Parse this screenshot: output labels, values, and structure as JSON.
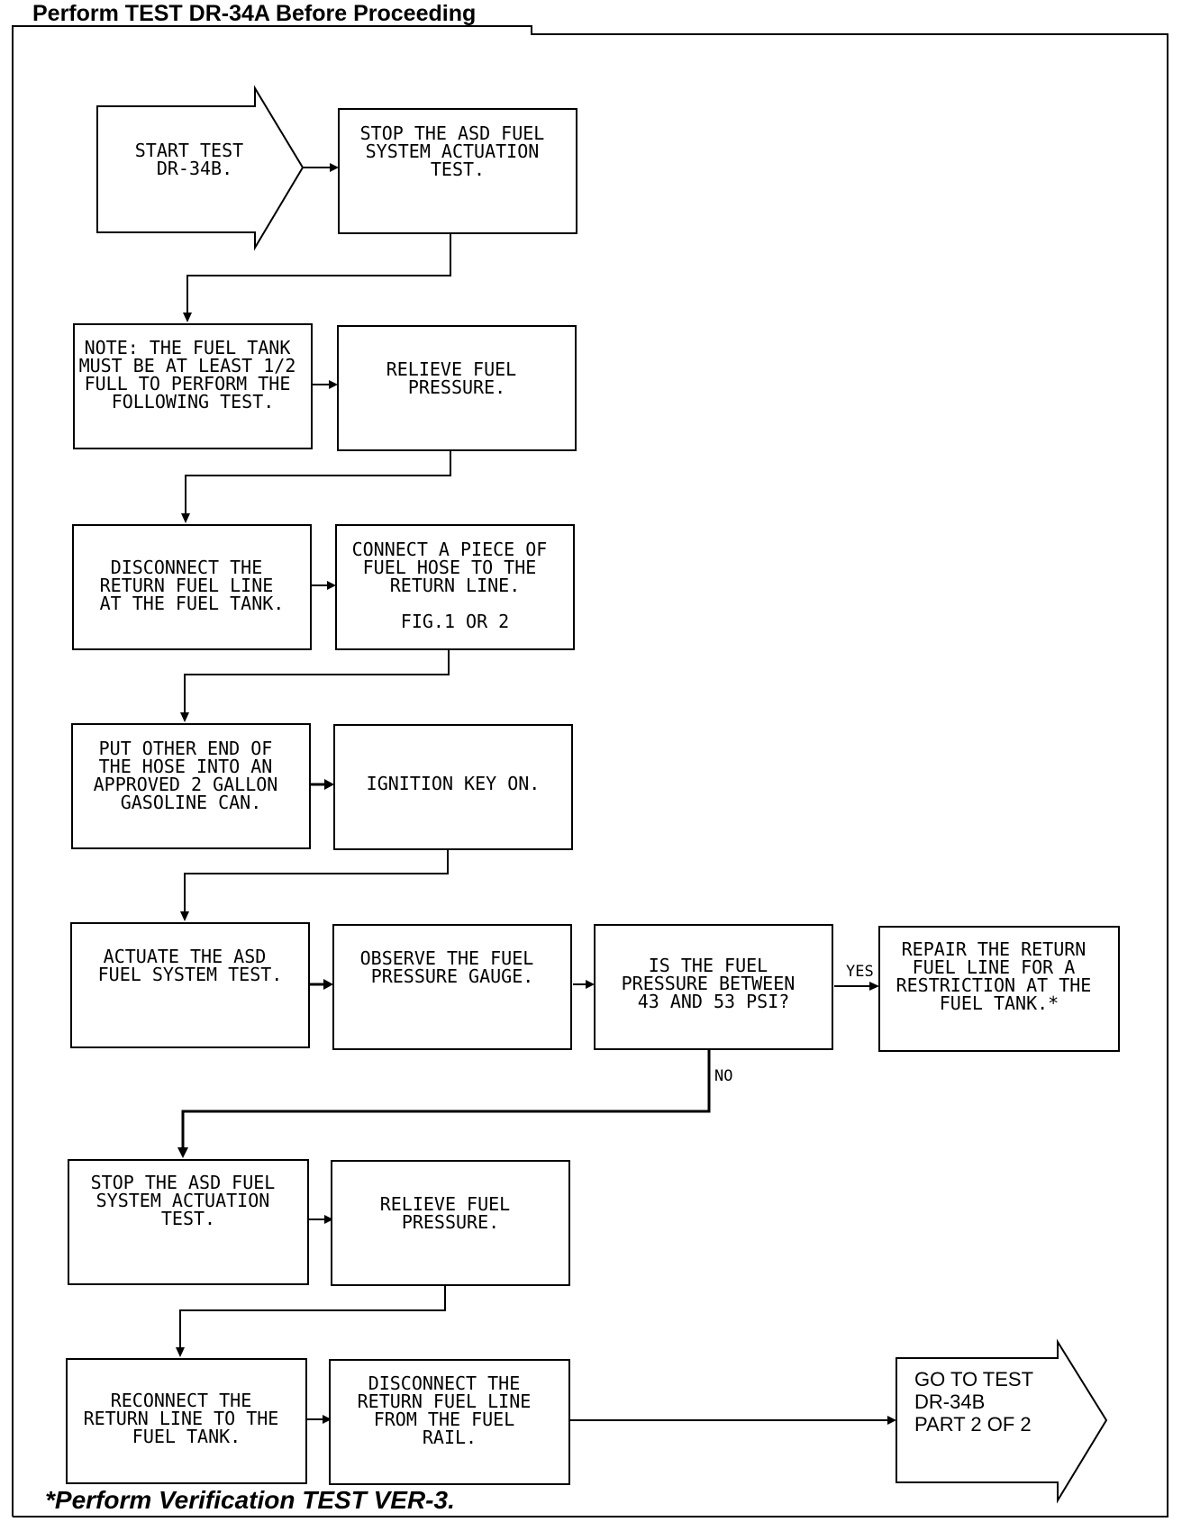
{
  "header": {
    "title": "Perform TEST DR-34A Before Proceeding"
  },
  "footer": {
    "note": "*Perform Verification TEST VER-3."
  },
  "steps": {
    "start": [
      "START TEST",
      "DR-34B."
    ],
    "stop_actuation_1": [
      "STOP THE ASD FUEL",
      "SYSTEM ACTUATION",
      "TEST."
    ],
    "note_tank": [
      "NOTE: THE FUEL TANK",
      "MUST BE AT LEAST 1/2",
      "FULL TO PERFORM THE",
      "FOLLOWING TEST."
    ],
    "relieve_1": [
      "RELIEVE FUEL",
      "PRESSURE."
    ],
    "disconnect_return": [
      "DISCONNECT THE",
      "RETURN FUEL LINE",
      "AT THE FUEL TANK."
    ],
    "connect_hose": [
      "CONNECT A PIECE OF",
      "FUEL HOSE TO THE",
      "RETURN LINE."
    ],
    "connect_hose_fig": "FIG.1 OR 2",
    "put_hose": [
      "PUT OTHER END OF",
      "THE HOSE INTO AN",
      "APPROVED 2 GALLON",
      "GASOLINE CAN."
    ],
    "ignition": [
      "IGNITION KEY ON."
    ],
    "actuate": [
      "ACTUATE THE ASD",
      "FUEL SYSTEM TEST."
    ],
    "observe": [
      "OBSERVE THE FUEL",
      "PRESSURE GAUGE."
    ],
    "decision": [
      "IS THE FUEL",
      "PRESSURE BETWEEN",
      "43 AND 53 PSI?"
    ],
    "repair": [
      "REPAIR THE RETURN",
      "FUEL LINE FOR A",
      "RESTRICTION AT THE",
      "FUEL TANK.*"
    ],
    "stop_actuation_2": [
      "STOP THE ASD FUEL",
      "SYSTEM ACTUATION",
      "TEST."
    ],
    "relieve_2": [
      "RELIEVE FUEL",
      "PRESSURE."
    ],
    "reconnect": [
      "RECONNECT THE",
      "RETURN LINE TO THE",
      "FUEL TANK."
    ],
    "disconnect_rail": [
      "DISCONNECT THE",
      "RETURN FUEL LINE",
      "FROM THE FUEL",
      "RAIL."
    ],
    "goto": [
      "GO TO TEST",
      "DR-34B",
      "PART 2 OF 2"
    ]
  },
  "labels": {
    "yes": "YES",
    "no": "NO"
  }
}
